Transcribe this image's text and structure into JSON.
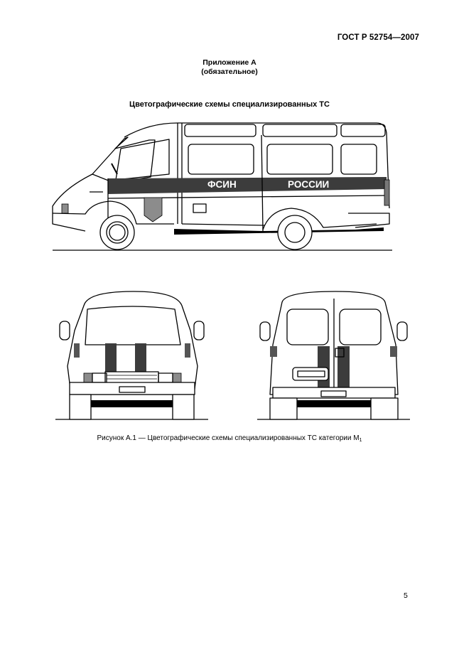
{
  "header": {
    "standard_number": "ГОСТ Р 52754—2007"
  },
  "appendix": {
    "title": "Приложение А",
    "status": "(обязательное)"
  },
  "section_title": "Цветографические схемы специализированных ТС",
  "figure": {
    "side_view": {
      "stripe_text_left": "ФСИН",
      "stripe_text_right": "РОССИИ"
    },
    "colors": {
      "stripe": "#3c3c3c",
      "emblem": "#8c8c8c",
      "lines": "#000000",
      "background": "#ffffff"
    },
    "caption_prefix": "Рисунок А.1 — Цветографические схемы специализированных ТС категории М",
    "caption_subscript": "1"
  },
  "page_number": "5"
}
